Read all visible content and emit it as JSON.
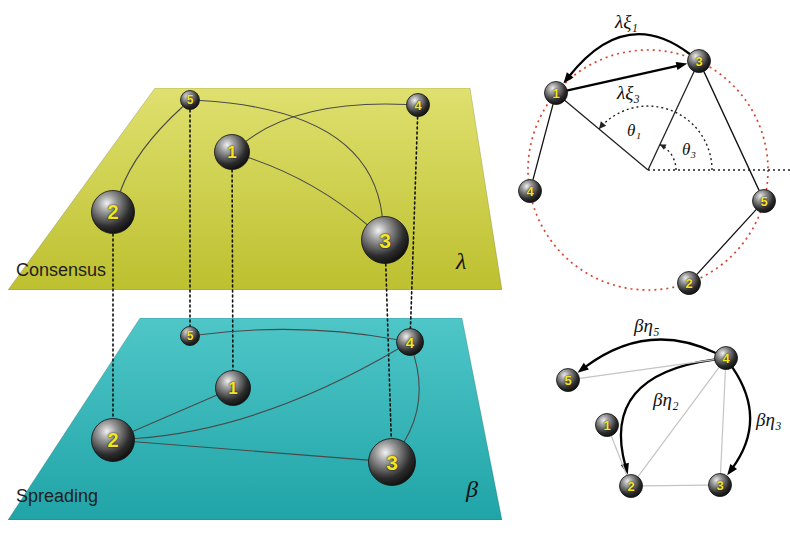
{
  "diagram": {
    "nodes": [
      {
        "text": [
          "Consensus",
          "λ"
        ]
      },
      {
        "text": [
          "5"
        ],
        "in": 0
      },
      {
        "text": [
          "4"
        ],
        "in": 0
      },
      {
        "text": [
          "1"
        ],
        "in": 0
      },
      {
        "text": [
          "2"
        ],
        "in": 0
      },
      {
        "text": [
          "3"
        ],
        "in": 0
      },
      {
        "text": [
          "Spreading",
          "β"
        ]
      },
      {
        "text": [
          "5"
        ],
        "in": 6
      },
      {
        "text": [
          "4"
        ],
        "in": 6
      },
      {
        "text": [
          "1"
        ],
        "in": 6
      },
      {
        "text": [
          "2"
        ],
        "in": 6
      },
      {
        "text": [
          "3"
        ],
        "in": 6
      },
      {
        "text": [
          "1"
        ]
      },
      {
        "text": [
          "3"
        ]
      },
      {
        "text": [
          "4"
        ]
      },
      {
        "text": [
          "5"
        ]
      },
      {
        "text": [
          "2"
        ]
      },
      {
        "text": [
          "4"
        ]
      },
      {
        "text": [
          "5"
        ]
      },
      {
        "text": [
          "1"
        ]
      },
      {
        "text": [
          "2"
        ]
      },
      {
        "text": [
          "3"
        ]
      }
    ],
    "edges": [
      {
        "from": 1,
        "to": 4,
        "arrow": "none"
      },
      {
        "from": 1,
        "to": 5,
        "arrow": "none"
      },
      {
        "from": 3,
        "to": 2,
        "arrow": "none"
      },
      {
        "from": 3,
        "to": 5,
        "arrow": "none"
      },
      {
        "from": 4,
        "to": 10,
        "arrow": "none"
      },
      {
        "from": 1,
        "to": 7,
        "arrow": "none"
      },
      {
        "from": 3,
        "to": 9,
        "arrow": "none"
      },
      {
        "from": 5,
        "to": 11,
        "arrow": "none"
      },
      {
        "from": 2,
        "to": 8,
        "arrow": "none"
      },
      {
        "from": 7,
        "to": 8,
        "arrow": "none"
      },
      {
        "from": 10,
        "to": 9,
        "arrow": "none"
      },
      {
        "from": 10,
        "to": 8,
        "arrow": "none"
      },
      {
        "from": 10,
        "to": 11,
        "arrow": "none"
      },
      {
        "from": 8,
        "to": 11,
        "arrow": "none"
      },
      {
        "from": 13,
        "to": 12,
        "arrow": "to",
        "label": "λξ₁"
      },
      {
        "from": 12,
        "to": 13,
        "arrow": "to",
        "label": "λξ₃"
      },
      {
        "from": 12,
        "to": 14,
        "arrow": "none"
      },
      {
        "from": 13,
        "to": 15,
        "arrow": "none"
      },
      {
        "from": 15,
        "to": 16,
        "arrow": "none"
      },
      {
        "from": 17,
        "to": 18,
        "arrow": "to",
        "label": "βη₅"
      },
      {
        "from": 17,
        "to": 20,
        "arrow": "to",
        "label": "βη₂"
      },
      {
        "from": 17,
        "to": 21,
        "arrow": "to",
        "label": "βη₃"
      },
      {
        "from": 17,
        "to": 18,
        "arrow": "none"
      },
      {
        "from": 19,
        "to": 20,
        "arrow": "none"
      },
      {
        "from": 17,
        "to": 20,
        "arrow": "none"
      },
      {
        "from": 20,
        "to": 21,
        "arrow": "none"
      },
      {
        "from": 17,
        "to": 21,
        "arrow": "none"
      }
    ],
    "labels": [
      "θ₁",
      "θ₃"
    ]
  }
}
